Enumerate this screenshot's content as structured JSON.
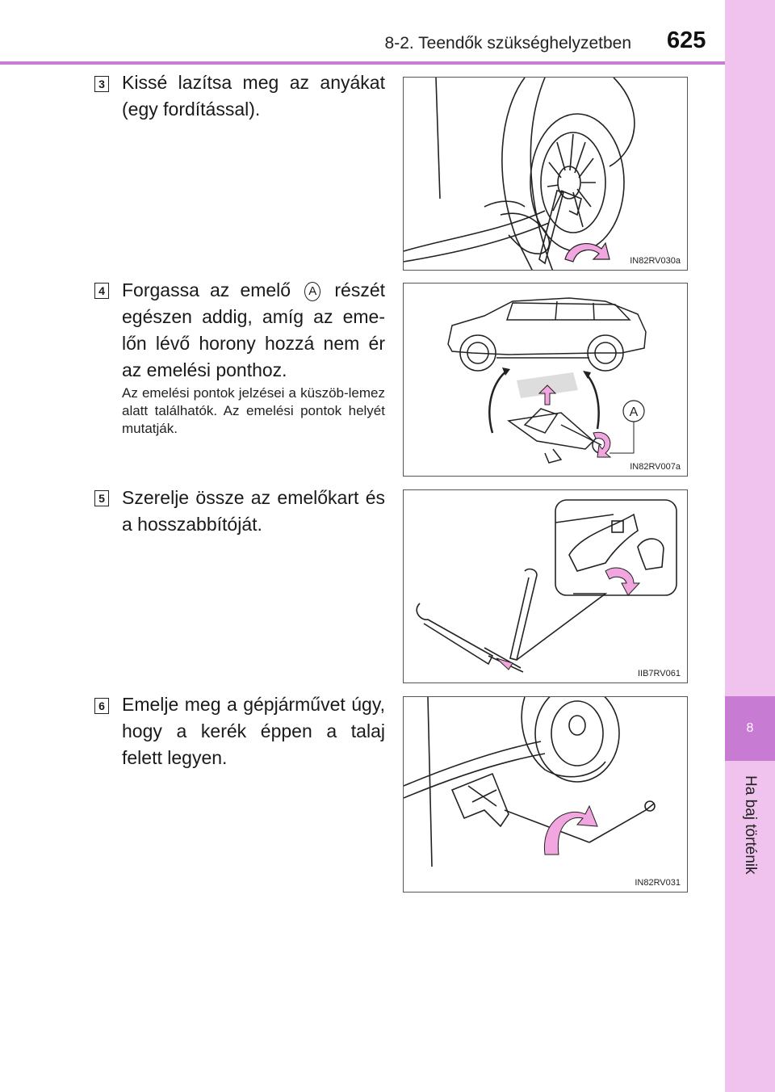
{
  "header": {
    "section": "8-2. Teendők szükséghelyzetben",
    "page_number": "625"
  },
  "side_tab": {
    "chapter_number": "8",
    "chapter_title": "Ha baj történik",
    "color": "#f0c3ee",
    "accent": "#c77bd3"
  },
  "steps": [
    {
      "number": "3",
      "text": "Kissé lazítsa meg az anyákat (egy fordítással).",
      "figure_code": "IN82RV030a"
    },
    {
      "number": "4",
      "text_before": "Forgassa az emelő",
      "marker": "A",
      "text_after": "részét egészen addig, amíg az eme-lőn lévő horony hozzá nem ér az emelési ponthoz.",
      "note": "Az emelési pontok jelzései a küszöb-lemez alatt találhatók. Az emelési pontok helyét mutatják.",
      "figure_code": "IN82RV007a",
      "figure_marker": "A"
    },
    {
      "number": "5",
      "text": "Szerelje össze az emelőkart és a hosszabbítóját.",
      "figure_code": "IIB7RV061"
    },
    {
      "number": "6",
      "text": "Emelje meg a gépjárművet úgy, hogy a kerék éppen a talaj felett legyen.",
      "figure_code": "IN82RV031"
    }
  ]
}
